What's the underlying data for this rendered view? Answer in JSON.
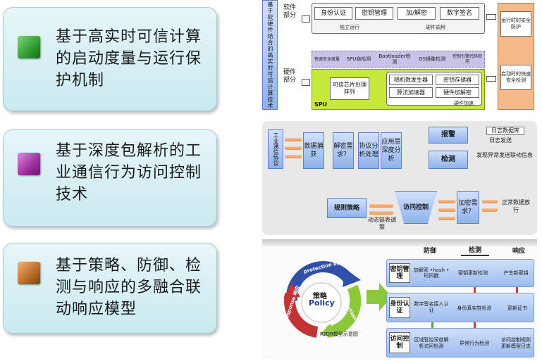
{
  "cards": [
    {
      "text": "基于高实时可信计算的启动度量与运行保护机制",
      "color": "#2e9c2e"
    },
    {
      "text": "基于深度包解析的工业通信行为访问控制技术",
      "color": "#9c2f9c"
    },
    {
      "text": "基于策略、防御、检测与响应的多融合联动响应模型",
      "color": "#b86a26"
    }
  ],
  "panel1": {
    "side_label": "基于软硬件结合的高实时可信计算技术",
    "software_label": "软件部分",
    "hardware_label": "硬件部分",
    "sw_boxes": [
      "身份认证",
      "密钥管理",
      "加/解密",
      "数字签名"
    ],
    "sw_caption_left": "独立运行",
    "sw_caption_right": "硬件调用",
    "hw_top": [
      "快速安全度量",
      "SPU自检测",
      "Bootloader检测",
      "OS镜像检测",
      "控制引擎代码检测"
    ],
    "spu_label": "SPU",
    "chip_label": "可信芯片处理阵列",
    "hw_boxes": [
      "随机数发生器",
      "密钥存储器",
      "算法加速器",
      "硬件加解密"
    ],
    "hw_caption": "硬件加速",
    "right_top": "运行时的安全防护",
    "right_bottom": "启动时的快速安全检测"
  },
  "panel2": {
    "input_label": "工业通信协议",
    "steps": [
      "数据捕获",
      "解密需求？",
      "协议分析处理",
      "应用层深度分析"
    ],
    "alarm": "报警",
    "detect": "检测",
    "log_db": "日志数据库",
    "log_send": "日志发送",
    "alert_text": "发现异常发送联动信息",
    "policy": "规则策略",
    "access": "访问控制",
    "encrypt": "加密需求？",
    "release": "正常数据放行",
    "dynamic": "动态链表调整"
  },
  "panel3": {
    "headers": [
      "防御",
      "检测",
      "响应"
    ],
    "policy_cn": "策略",
    "policy_en": "Policy",
    "ring_words": [
      "protection 防护",
      "detection 检测",
      "response 响应"
    ],
    "caption": "P2DR模型示意图",
    "rows": [
      {
        "label": "密钥管理",
        "c1": "加解密 •hash •时间戳",
        "c2": "密钥更新检测",
        "c3": "产生新密钥"
      },
      {
        "label": "身份认证",
        "c1": "数字签名接入认证",
        "c2": "身份真实性检测",
        "c3": "更新证书"
      },
      {
        "label": "访问控制",
        "c1": "区域管控深度解析访问检测",
        "c2": "异常行为检测",
        "c3": "访问控制规则更新模型日志"
      }
    ]
  }
}
